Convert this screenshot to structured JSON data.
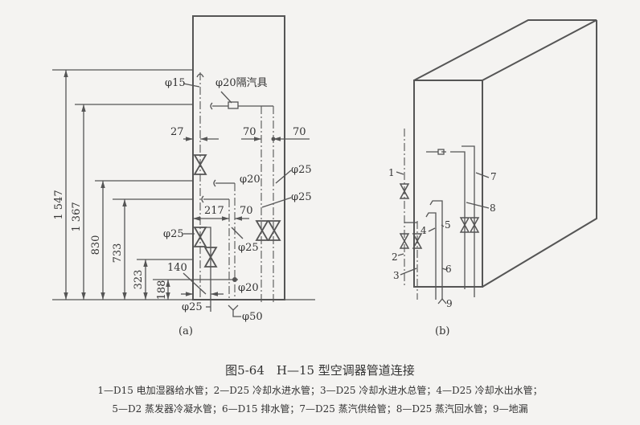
{
  "figure": {
    "title": "图5-64　H—15 型空调器管道连接",
    "legend_line1": "1—D15 电加湿器给水管；2—D25 冷却水进水管；3—D25 冷却水进水总管；4—D25 冷却水出水管；",
    "legend_line2": "5—D2 蒸发器冷凝水管；6—D15 排水管；7—D25 蒸汽供给管；8—D25 蒸汽回水管；9—地漏"
  },
  "diagram_a": {
    "label": "(a)",
    "dims": {
      "d1547": "1 547",
      "d1367": "1 367",
      "d830": "830",
      "d733": "733",
      "d323": "323",
      "d188": "188",
      "d27": "27",
      "d70a": "70",
      "d70b": "70",
      "d217": "217",
      "d70c": "70",
      "d140": "140"
    },
    "pipes": {
      "p15": "φ15",
      "trap": "φ20隔汽具",
      "p20a": "φ20",
      "p25a": "φ25",
      "p25b": "φ25",
      "p25c": "φ25",
      "p25d": "φ25",
      "p20b": "φ20",
      "p25e": "φ25",
      "p50": "φ50"
    }
  },
  "diagram_b": {
    "label": "(b)",
    "callouts": [
      "1",
      "2",
      "3",
      "4",
      "5",
      "6",
      "7",
      "8",
      "9"
    ]
  }
}
